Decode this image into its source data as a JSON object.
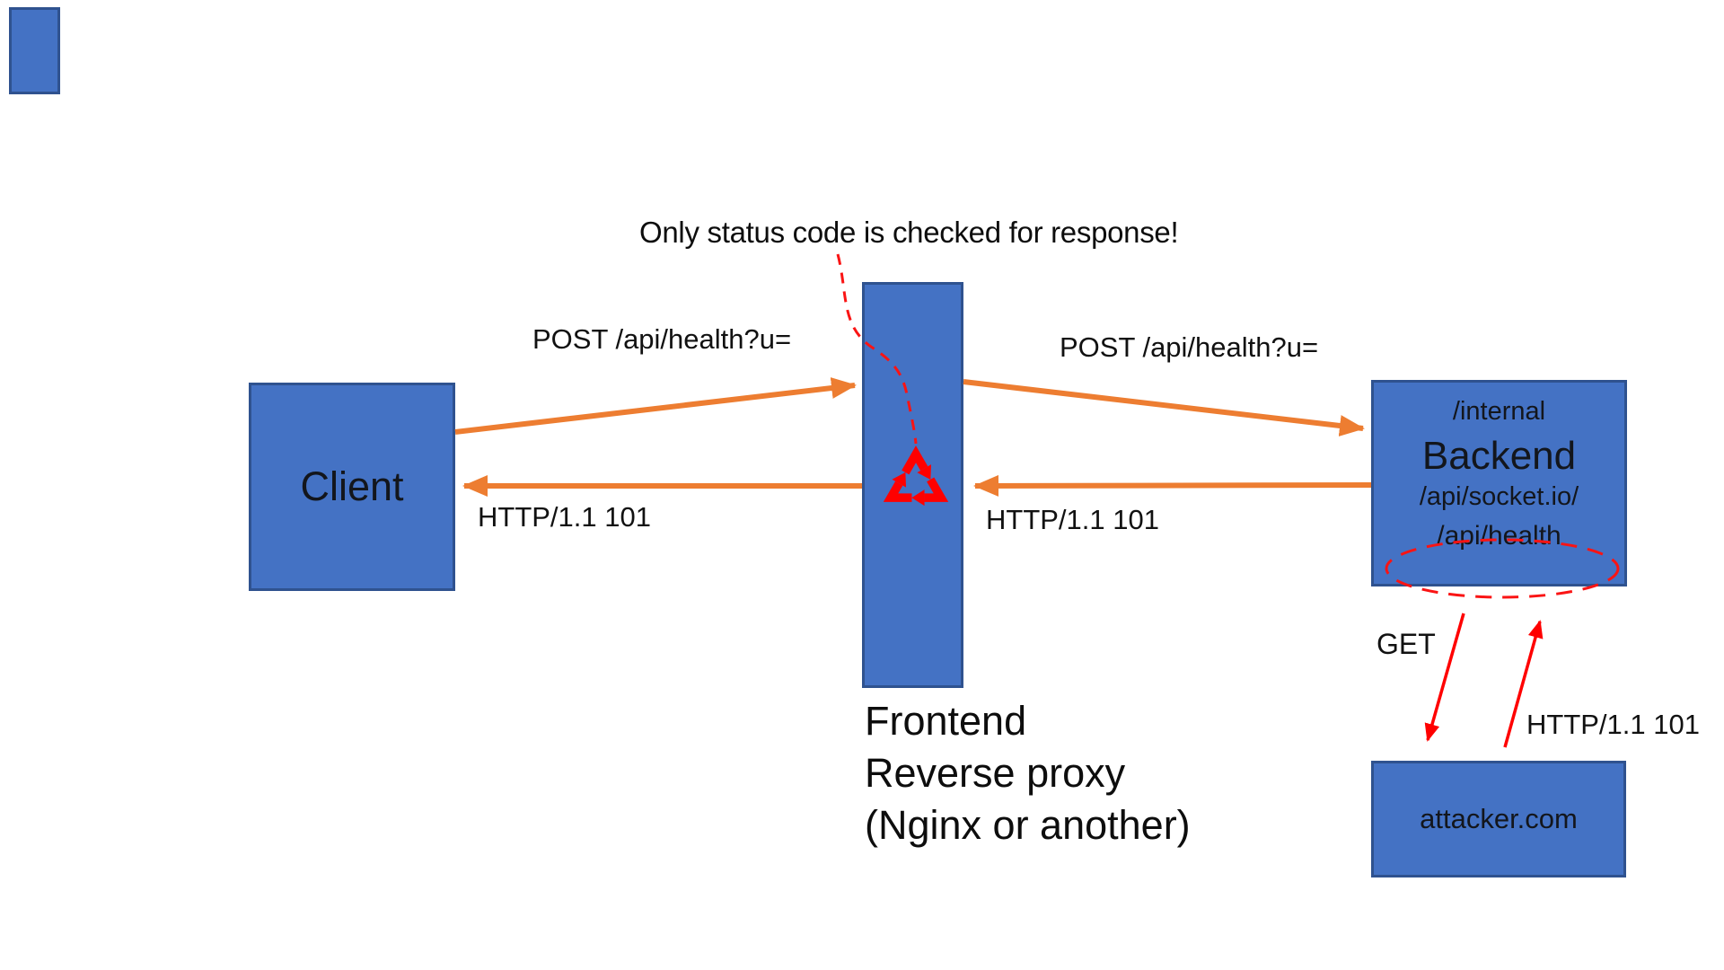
{
  "diagram": {
    "annotation": "Only status code is checked for response!",
    "nodes": {
      "client": {
        "label": "Client"
      },
      "proxy": {
        "caption_lines": [
          "Frontend",
          "Reverse proxy",
          "(Nginx or another)"
        ]
      },
      "backend": {
        "path_top": "/internal",
        "title": "Backend",
        "path_socket": "/api/socket.io/",
        "path_health": "/api/health"
      },
      "attacker": {
        "label": "attacker.com"
      }
    },
    "edges": {
      "client_to_proxy": "POST /api/health?u=",
      "proxy_to_backend": "POST /api/health?u=",
      "proxy_to_client": "HTTP/1.1 101",
      "backend_to_proxy": "HTTP/1.1 101",
      "backend_to_attacker": "GET",
      "attacker_to_backend": "HTTP/1.1 101"
    },
    "icons": {
      "recycle": "recycle-loop-icon"
    },
    "colors": {
      "node_fill": "#4472C4",
      "node_border": "#2F528F",
      "arrow_orange": "#ED7D31",
      "highlight_red": "#FF0000",
      "text": "#111111",
      "background": "#FFFFFF"
    }
  }
}
